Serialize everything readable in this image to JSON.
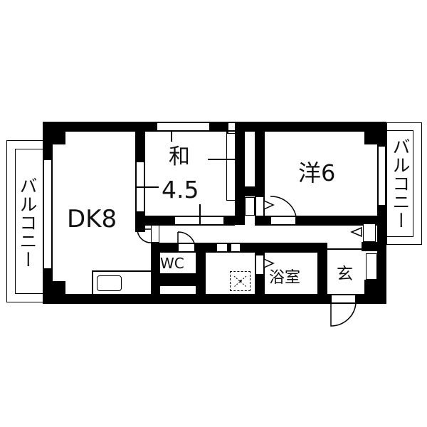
{
  "plan": {
    "rooms": {
      "dk": {
        "label": "DK8",
        "type": "dining-kitchen",
        "size_jo": 8
      },
      "washitsu": {
        "label_kanji": "和",
        "label_size": "4.5",
        "type": "japanese-room",
        "size_jo": 4.5
      },
      "youshitsu": {
        "label": "洋6",
        "type": "western-room",
        "size_jo": 6
      },
      "wc": {
        "label": "WC"
      },
      "bath": {
        "label": "浴室"
      },
      "entrance": {
        "label": "玄"
      }
    },
    "balconies": {
      "left": {
        "label": "バルコニー"
      },
      "right": {
        "label": "バルコニー"
      }
    },
    "colors": {
      "wall": "#000000",
      "background": "#ffffff",
      "text": "#111111"
    }
  }
}
